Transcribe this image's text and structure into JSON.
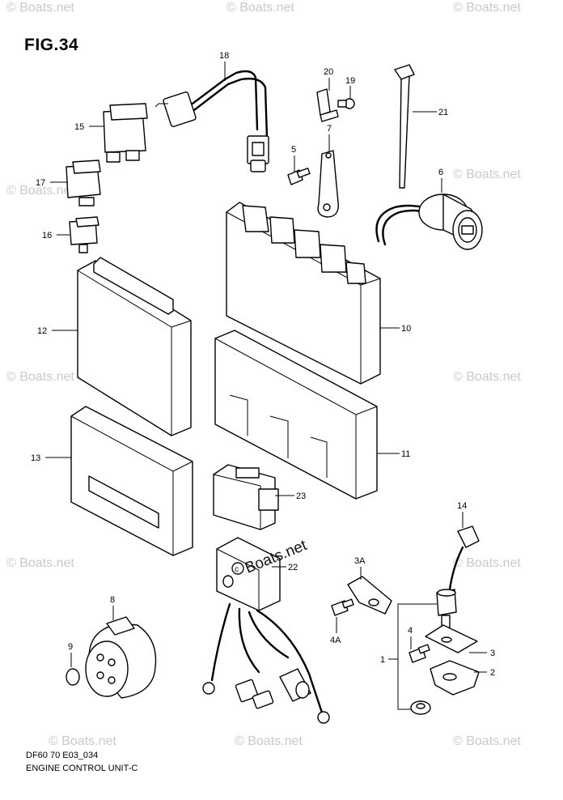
{
  "figure": {
    "title": "FIG.34",
    "code": "DF60 70 E03_034",
    "name": "ENGINE CONTROL UNIT-C"
  },
  "watermark": {
    "text": "© Boats.net",
    "center_text": "Boats.net"
  },
  "callouts": [
    "18",
    "20",
    "19",
    "15",
    "7",
    "21",
    "5",
    "17",
    "6",
    "16",
    "12",
    "10",
    "11",
    "13",
    "23",
    "14",
    "22",
    "3A",
    "8",
    "4A",
    "9",
    "4",
    "1",
    "3",
    "2"
  ]
}
